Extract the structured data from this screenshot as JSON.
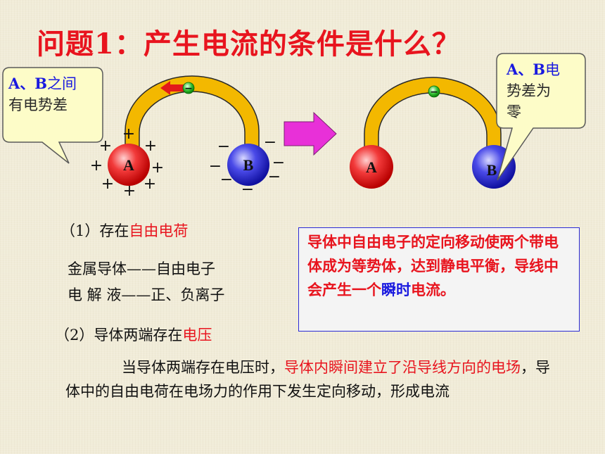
{
  "title": "问题1：产生电流的条件是什么？",
  "callout_left": {
    "line1_bold": "A、B",
    "line1_rest": "之间",
    "line2": "有电势差"
  },
  "callout_right": {
    "line1_bold": "A、B",
    "line1_rest": "电",
    "line2": "势差为",
    "line3": "零"
  },
  "left_diagram": {
    "ball_a": "A",
    "ball_b": "B",
    "electron": "−",
    "plus": "+",
    "minus": "−"
  },
  "right_diagram": {
    "ball_a": "A",
    "ball_b": "B",
    "electron": "−"
  },
  "item1": {
    "prefix": "（1）存在",
    "highlight": "自由电荷"
  },
  "metal": "金属导体——自由电子",
  "electrolyte": "电 解 液——正、负离子",
  "item2": {
    "prefix": "（2）导体两端存在",
    "highlight": "电压"
  },
  "paragraph": {
    "part1": "当导体两端存在电压时，",
    "part2_red": "导体内瞬间建立了沿导线方向的电场",
    "part3": "，导体中的自由电荷在电场力的作用下发生定向移动，形成电流"
  },
  "infobox": {
    "text_red": "导体中自由电子的定向移动使两个带电体成为等势体，达到静电平衡，导线中会产生一个",
    "text_blue": "瞬时",
    "text_red_end": "电流。"
  },
  "colors": {
    "title": "#e8141e",
    "highlight": "#e8141e",
    "blue": "#1a1adf",
    "wire": "#f3b800",
    "arrow": "#e830d8"
  }
}
